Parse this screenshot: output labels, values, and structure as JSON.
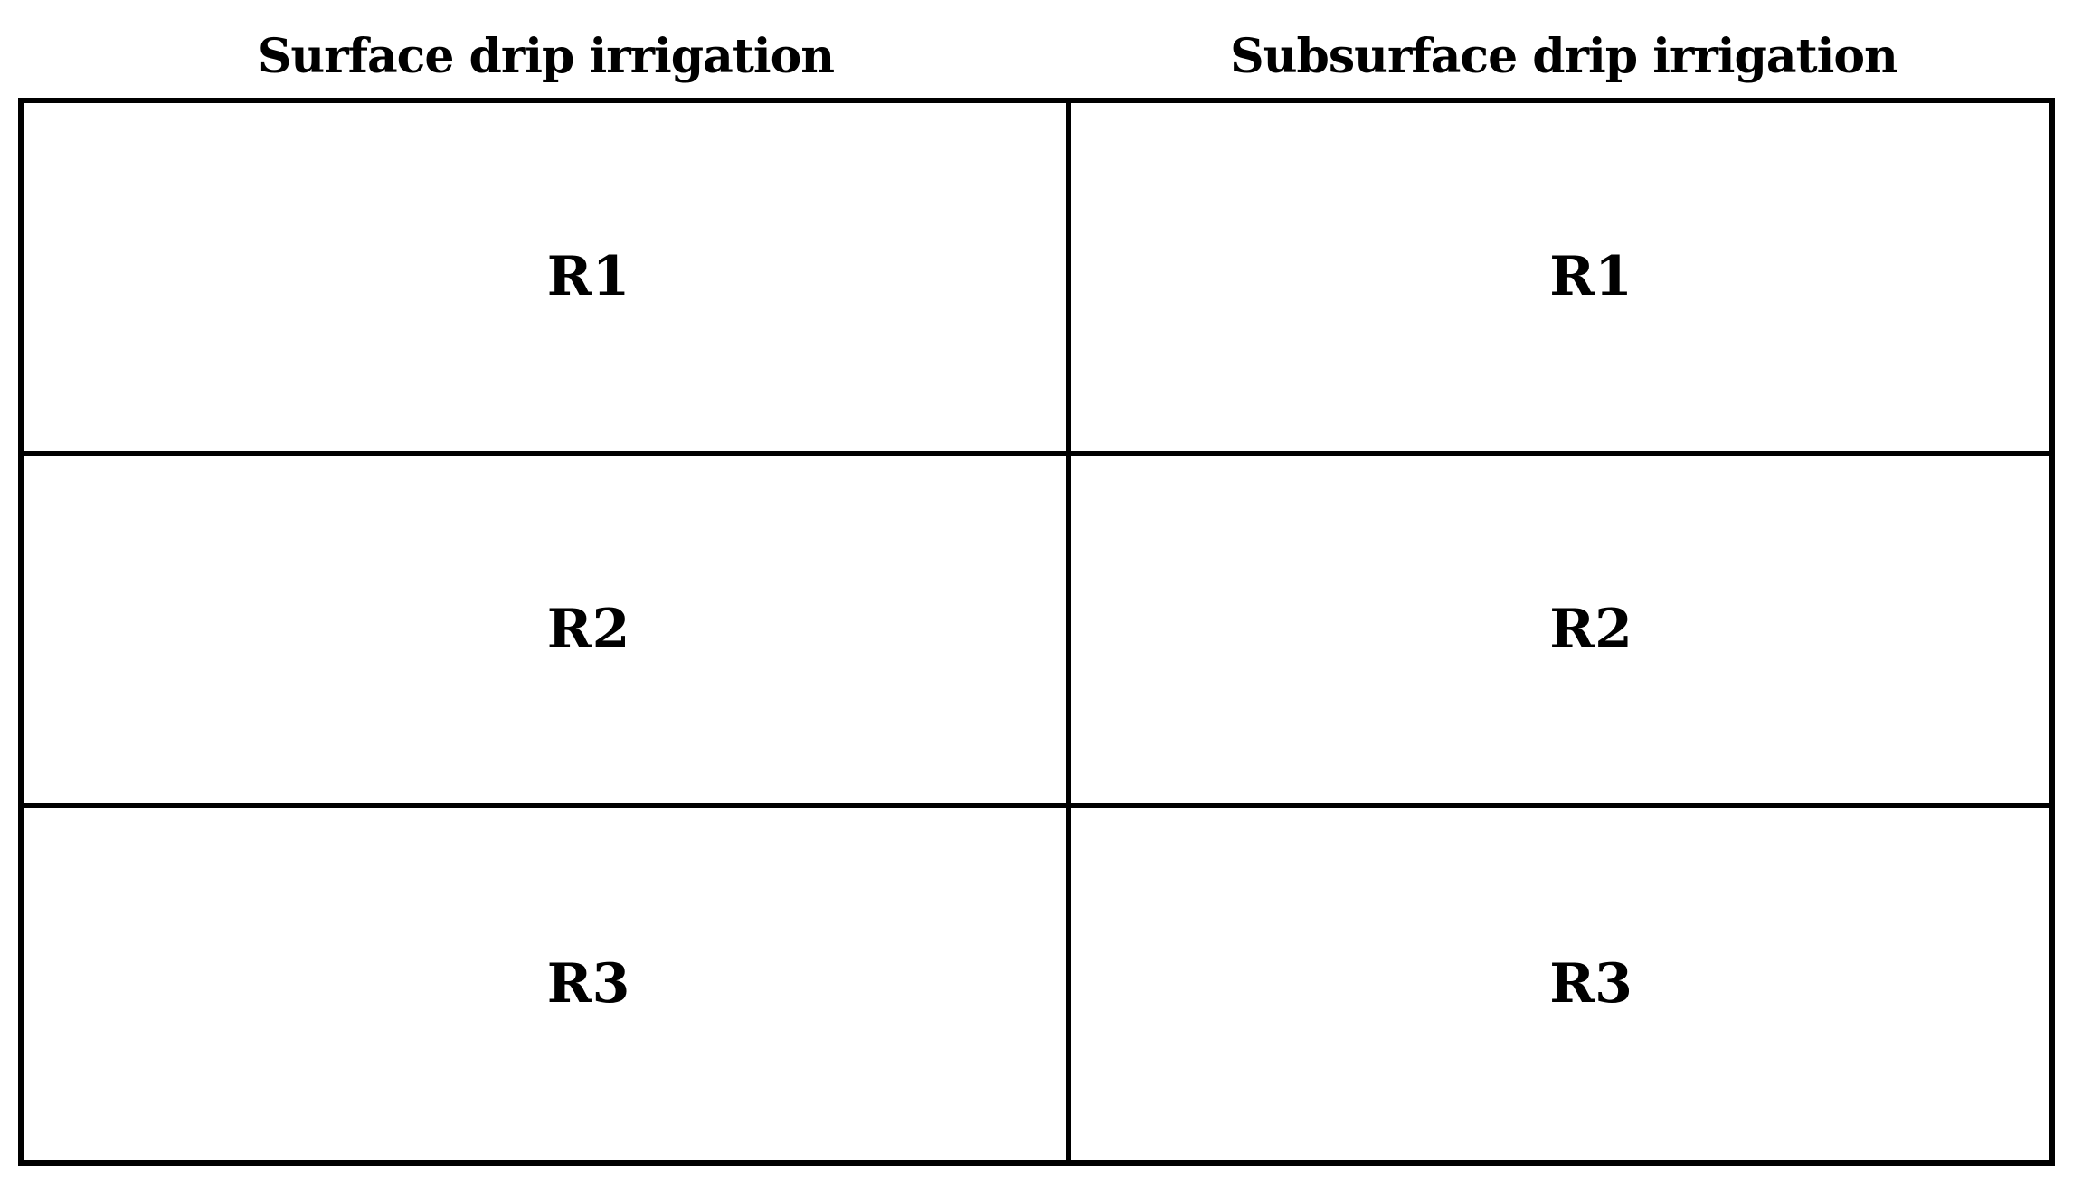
{
  "diagram": {
    "columns": [
      {
        "title": "Surface drip irrigation",
        "plots": [
          "R1",
          "R2",
          "R3"
        ]
      },
      {
        "title": "Subsurface drip irrigation",
        "plots": [
          "R1",
          "R2",
          "R3"
        ]
      }
    ],
    "colors": {
      "line": "#000000",
      "text": "#000000",
      "background": "#ffffff"
    }
  }
}
